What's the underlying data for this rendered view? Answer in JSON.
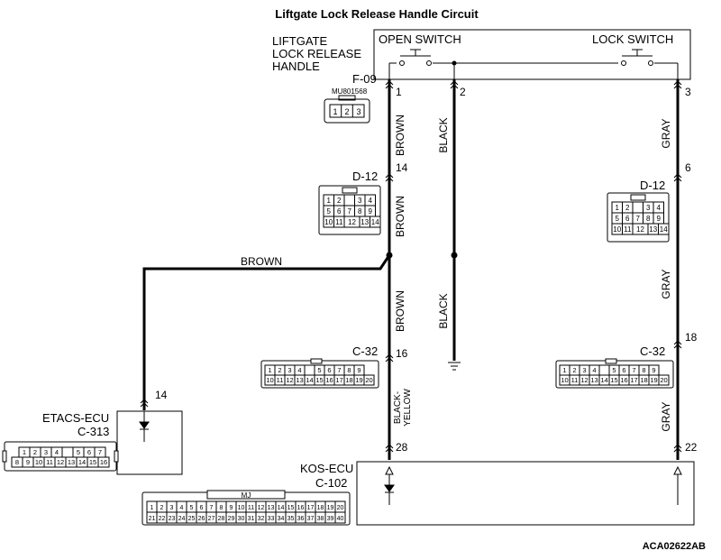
{
  "title": "Liftgate Lock Release Handle Circuit",
  "handle": {
    "name_line1": "LIFTGATE",
    "name_line2": "LOCK RELEASE",
    "name_line3": "HANDLE",
    "open_switch": "OPEN SWITCH",
    "lock_switch": "LOCK SWITCH",
    "connector": "F-09",
    "part_number": "MU801568",
    "pins": [
      "1",
      "2",
      "3"
    ]
  },
  "wires": {
    "brown": "BROWN",
    "black": "BLACK",
    "gray": "GRAY",
    "black_yellow_1": "BLACK-",
    "black_yellow_2": "YELLOW"
  },
  "pin_labels": {
    "p1": "1",
    "p2": "2",
    "p3": "3",
    "p14": "14",
    "p6": "6",
    "p16": "16",
    "p18": "18",
    "p28": "28",
    "p22": "22",
    "p14_etacs": "14"
  },
  "connectors": {
    "d12_left": "D-12",
    "d12_right": "D-12",
    "c32_left": "C-32",
    "c32_right": "C-32",
    "d12_cells_row1": [
      "1",
      "2",
      "",
      "3",
      "4"
    ],
    "d12_cells_row2": [
      "5",
      "6",
      "7",
      "8",
      "9"
    ],
    "d12_cells_row3": [
      "10",
      "11",
      "12",
      "13",
      "14"
    ],
    "c32_row1": [
      "1",
      "2",
      "3",
      "4",
      "",
      "5",
      "6",
      "7",
      "8",
      "9"
    ],
    "c32_row2": [
      "10",
      "11",
      "12",
      "13",
      "14",
      "15",
      "16",
      "17",
      "18",
      "19",
      "20"
    ]
  },
  "etacs": {
    "name": "ETACS-ECU",
    "connector": "C-313",
    "row1": [
      "1",
      "2",
      "3",
      "4",
      "",
      "5",
      "6",
      "7"
    ],
    "row2": [
      "8",
      "9",
      "10",
      "11",
      "12",
      "13",
      "14",
      "15",
      "16"
    ]
  },
  "kos": {
    "name": "KOS-ECU",
    "connector": "C-102",
    "mark": "MJ",
    "row1": [
      "1",
      "2",
      "3",
      "4",
      "5",
      "6",
      "7",
      "8",
      "9",
      "10",
      "11",
      "12",
      "13",
      "14",
      "15",
      "16",
      "17",
      "18",
      "19",
      "20"
    ],
    "row2": [
      "21",
      "22",
      "23",
      "24",
      "25",
      "26",
      "27",
      "28",
      "29",
      "30",
      "31",
      "32",
      "33",
      "34",
      "35",
      "36",
      "37",
      "38",
      "39",
      "40"
    ]
  },
  "code": "ACA02622AB",
  "colors": {
    "line": "#000000",
    "background": "#ffffff"
  }
}
